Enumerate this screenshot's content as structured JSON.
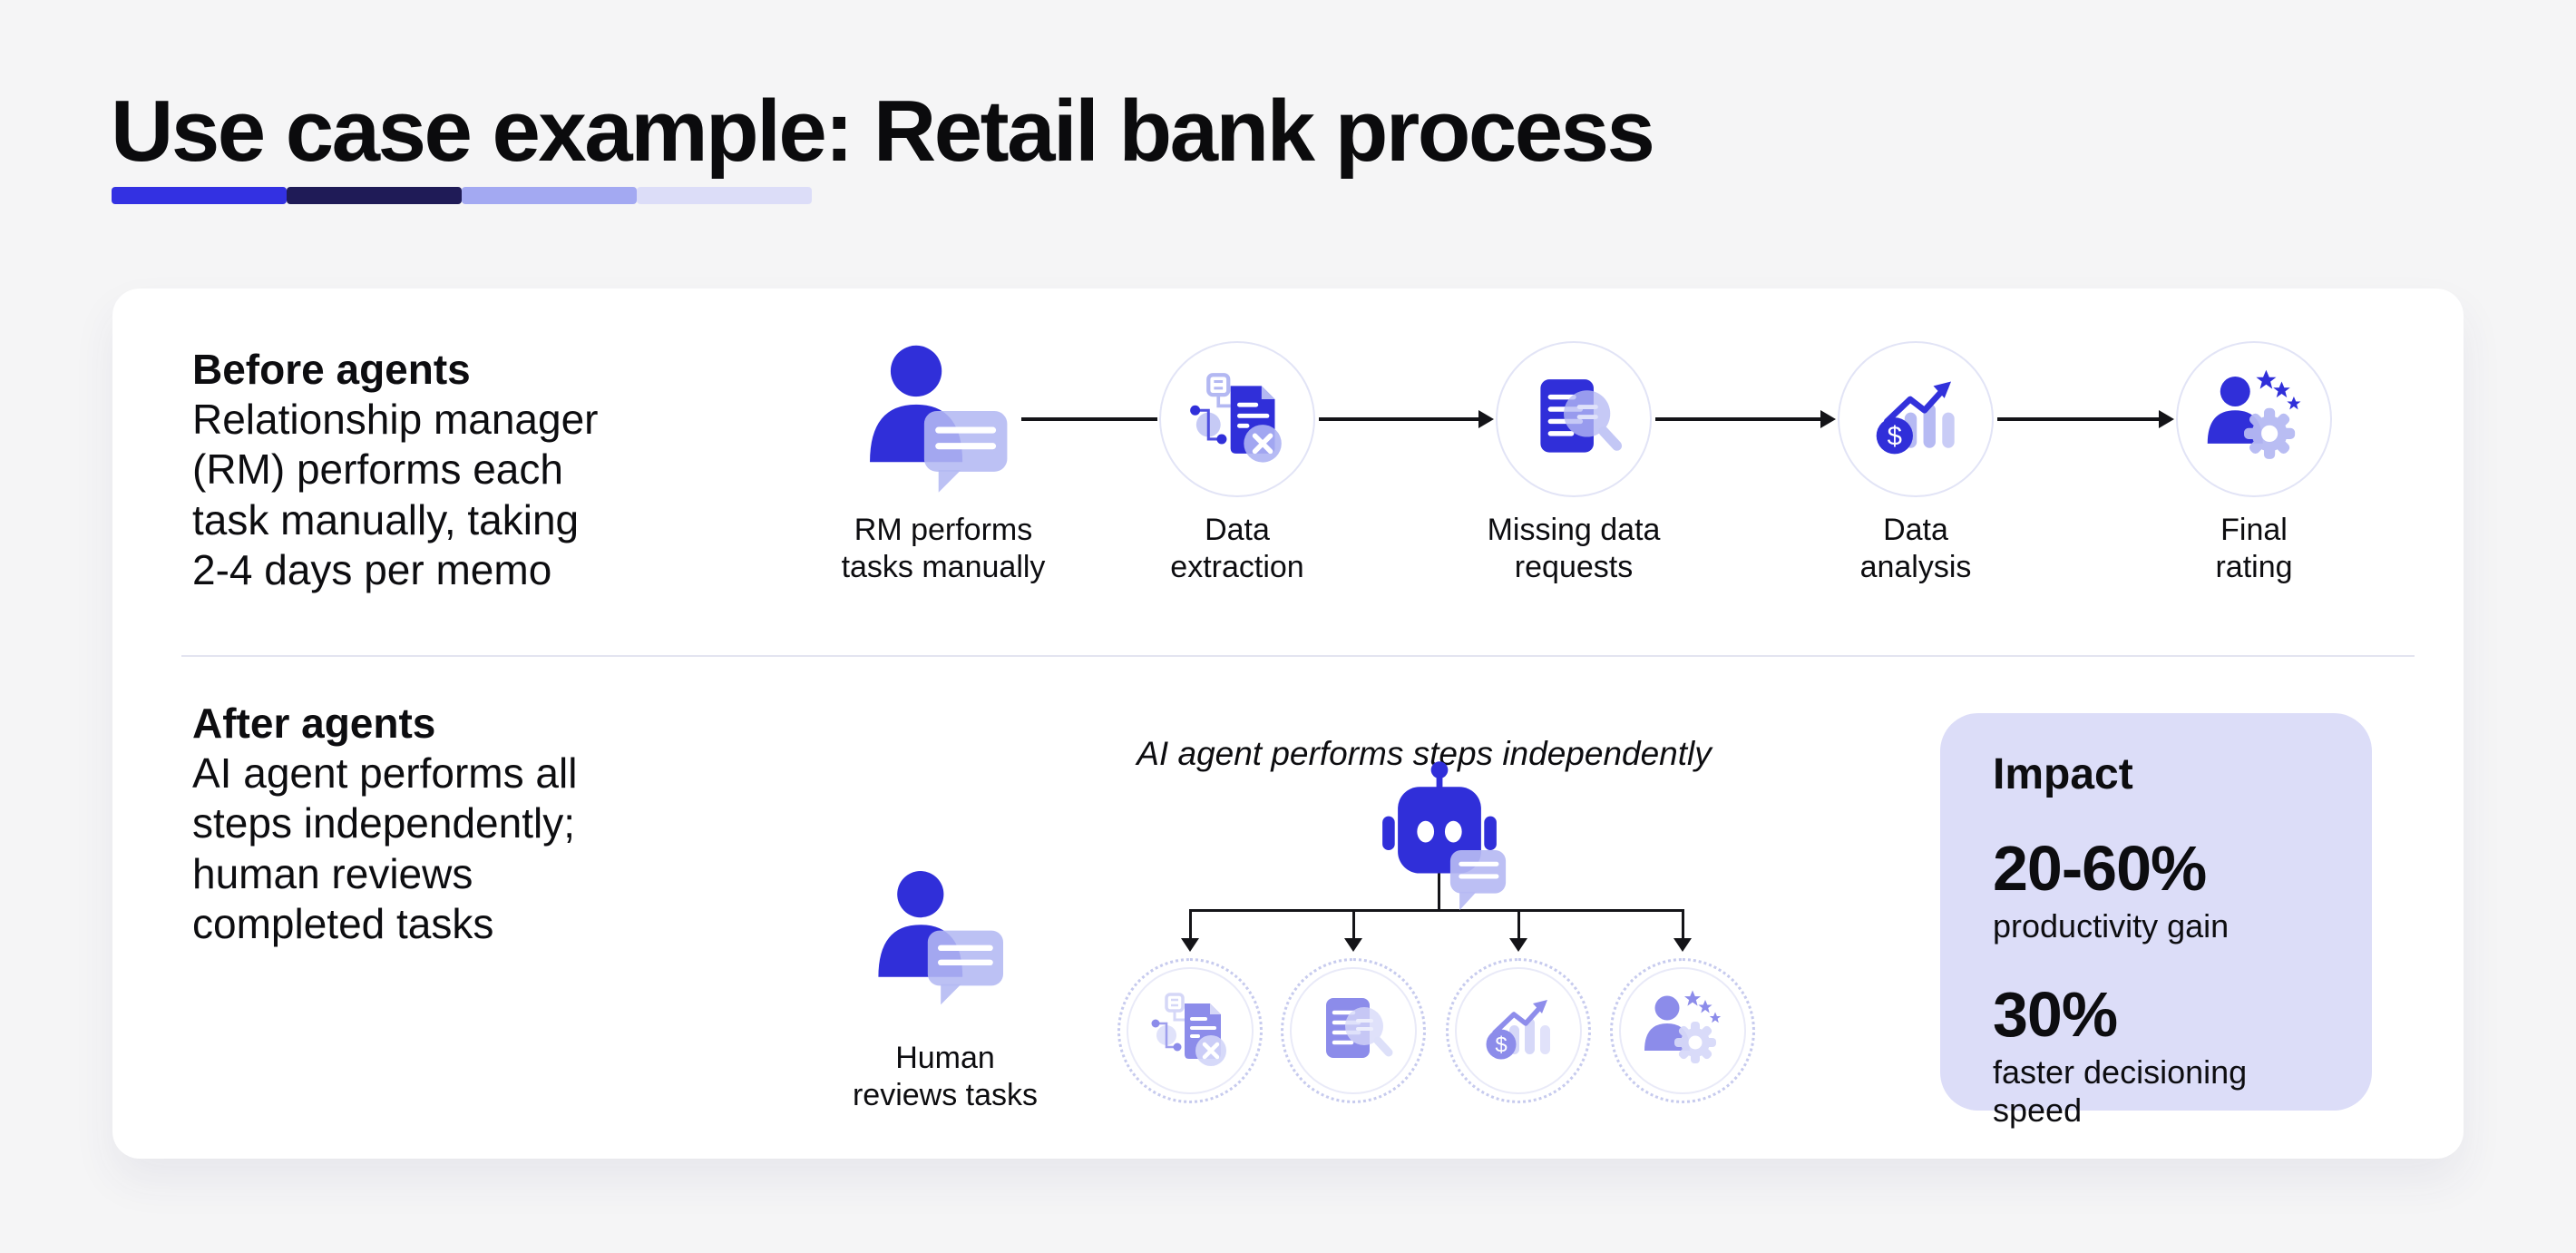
{
  "title": "Use case example: Retail bank process",
  "accent_colors": {
    "bar_segments": [
      "#3331e2",
      "#1f1b57",
      "#a3a9f2",
      "#dcddf8"
    ],
    "primary_blue": "#302fd9",
    "lavender": "#dcddf8"
  },
  "before": {
    "heading": "Before agents",
    "description": "Relationship manager\n(RM) performs each\ntask manually, taking\n2-4 days per memo",
    "steps": [
      {
        "label": "RM performs\ntasks manually",
        "icon": "person-chat-icon"
      },
      {
        "label": "Data\nextraction",
        "icon": "document-error-icon"
      },
      {
        "label": "Missing data\nrequests",
        "icon": "document-search-icon"
      },
      {
        "label": "Data\nanalysis",
        "icon": "finance-chart-icon"
      },
      {
        "label": "Final\nrating",
        "icon": "rating-person-icon"
      }
    ]
  },
  "after": {
    "heading": "After agents",
    "description": "AI agent performs all\nsteps independently;\nhuman reviews\ncompleted tasks",
    "agent_caption": "AI agent performs steps independently",
    "agent_icon": "robot-icon",
    "human_label": "Human\nreviews tasks",
    "human_icon": "person-chat-icon",
    "substeps": [
      {
        "icon": "document-error-icon"
      },
      {
        "icon": "document-search-icon"
      },
      {
        "icon": "finance-chart-icon"
      },
      {
        "icon": "rating-person-icon"
      }
    ]
  },
  "impact": {
    "heading": "Impact",
    "stats": [
      {
        "value": "20-60%",
        "label": "productivity gain"
      },
      {
        "value": "30%",
        "label": "faster decisioning speed"
      }
    ]
  }
}
